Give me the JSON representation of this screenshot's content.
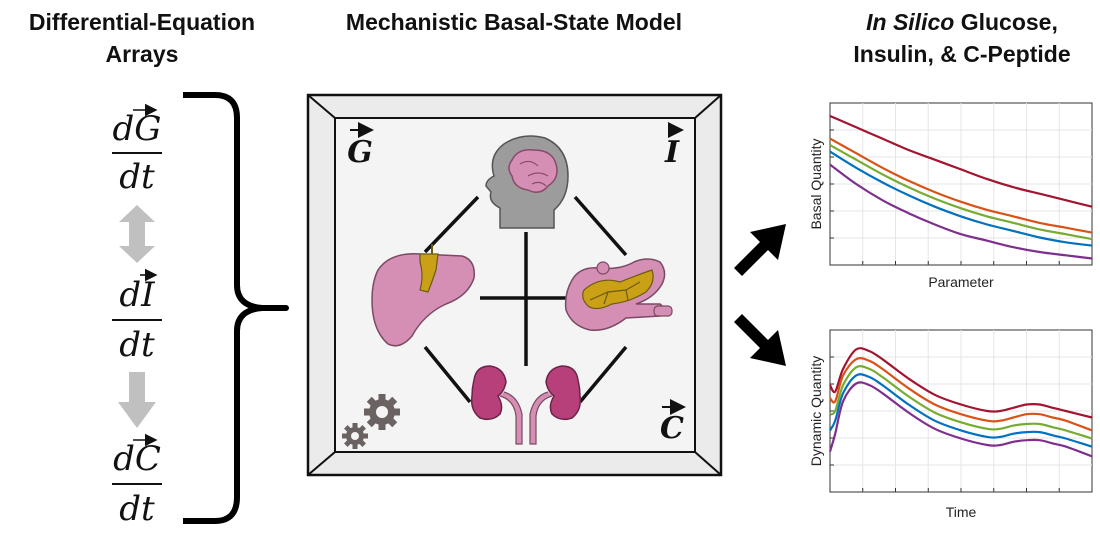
{
  "left_column": {
    "title_line1": "Differential-Equation",
    "title_line2": "Arrays",
    "eq_glucose_num": "dG",
    "eq_insulin_num": "dI",
    "eq_cpeptide_num": "dC",
    "eq_den": "dt"
  },
  "center_panel": {
    "title": "Mechanistic Basal-State Model",
    "corner_glucose": "G",
    "corner_insulin": "I",
    "corner_cpeptide": "C",
    "organs": [
      "brain-head",
      "liver",
      "pancreas",
      "kidneys"
    ]
  },
  "right_column": {
    "title_italic": "In Silico",
    "title_rest": " Glucose,",
    "title_line2": "Insulin, & C-Peptide"
  },
  "colors": {
    "series": [
      "#a2142f",
      "#d95319",
      "#77ac30",
      "#0072bd",
      "#7e2f8e"
    ],
    "organ_pink": "#d68fb4",
    "organ_gold": "#c9a016",
    "kidney": "#b8407a",
    "arrow_gray": "#c0c0c0",
    "gear": "#6b6262"
  },
  "chart_data": [
    {
      "type": "line",
      "xlabel": "Parameter",
      "ylabel": "Basal Quantity",
      "x": [
        0,
        0.1,
        0.2,
        0.3,
        0.4,
        0.5,
        0.6,
        0.7,
        0.8,
        0.9,
        1.0
      ],
      "series": [
        {
          "color": "#a2142f",
          "values": [
            0.92,
            0.85,
            0.78,
            0.71,
            0.65,
            0.59,
            0.53,
            0.48,
            0.44,
            0.4,
            0.36
          ]
        },
        {
          "color": "#d95319",
          "values": [
            0.78,
            0.69,
            0.6,
            0.52,
            0.45,
            0.39,
            0.34,
            0.3,
            0.26,
            0.23,
            0.2
          ]
        },
        {
          "color": "#77ac30",
          "values": [
            0.74,
            0.65,
            0.56,
            0.48,
            0.41,
            0.35,
            0.3,
            0.26,
            0.22,
            0.19,
            0.16
          ]
        },
        {
          "color": "#0072bd",
          "values": [
            0.7,
            0.6,
            0.51,
            0.43,
            0.36,
            0.3,
            0.25,
            0.21,
            0.17,
            0.14,
            0.12
          ]
        },
        {
          "color": "#7e2f8e",
          "values": [
            0.62,
            0.5,
            0.4,
            0.32,
            0.25,
            0.19,
            0.15,
            0.11,
            0.08,
            0.06,
            0.04
          ]
        }
      ],
      "ylim": [
        0,
        1
      ],
      "grid": true
    },
    {
      "type": "line",
      "xlabel": "Time",
      "ylabel": "Dynamic Quantity",
      "x": [
        0,
        0.02,
        0.05,
        0.1,
        0.15,
        0.2,
        0.3,
        0.4,
        0.5,
        0.6,
        0.65,
        0.7,
        0.75,
        0.8,
        0.85,
        0.9,
        1.0
      ],
      "series": [
        {
          "color": "#a2142f",
          "values": [
            0.66,
            0.62,
            0.76,
            0.88,
            0.87,
            0.82,
            0.7,
            0.6,
            0.54,
            0.5,
            0.5,
            0.52,
            0.54,
            0.54,
            0.52,
            0.5,
            0.46
          ]
        },
        {
          "color": "#d95319",
          "values": [
            0.58,
            0.56,
            0.72,
            0.82,
            0.81,
            0.76,
            0.64,
            0.54,
            0.48,
            0.44,
            0.44,
            0.46,
            0.48,
            0.48,
            0.46,
            0.44,
            0.38
          ]
        },
        {
          "color": "#77ac30",
          "values": [
            0.48,
            0.5,
            0.66,
            0.77,
            0.76,
            0.71,
            0.59,
            0.49,
            0.43,
            0.39,
            0.39,
            0.41,
            0.42,
            0.42,
            0.4,
            0.38,
            0.33
          ]
        },
        {
          "color": "#0072bd",
          "values": [
            0.38,
            0.44,
            0.61,
            0.72,
            0.71,
            0.66,
            0.54,
            0.44,
            0.38,
            0.34,
            0.34,
            0.36,
            0.37,
            0.37,
            0.35,
            0.33,
            0.28
          ]
        },
        {
          "color": "#7e2f8e",
          "values": [
            0.25,
            0.36,
            0.56,
            0.67,
            0.66,
            0.61,
            0.49,
            0.39,
            0.33,
            0.29,
            0.29,
            0.31,
            0.32,
            0.32,
            0.3,
            0.28,
            0.22
          ]
        }
      ],
      "ylim": [
        0,
        1
      ],
      "grid": true
    }
  ]
}
